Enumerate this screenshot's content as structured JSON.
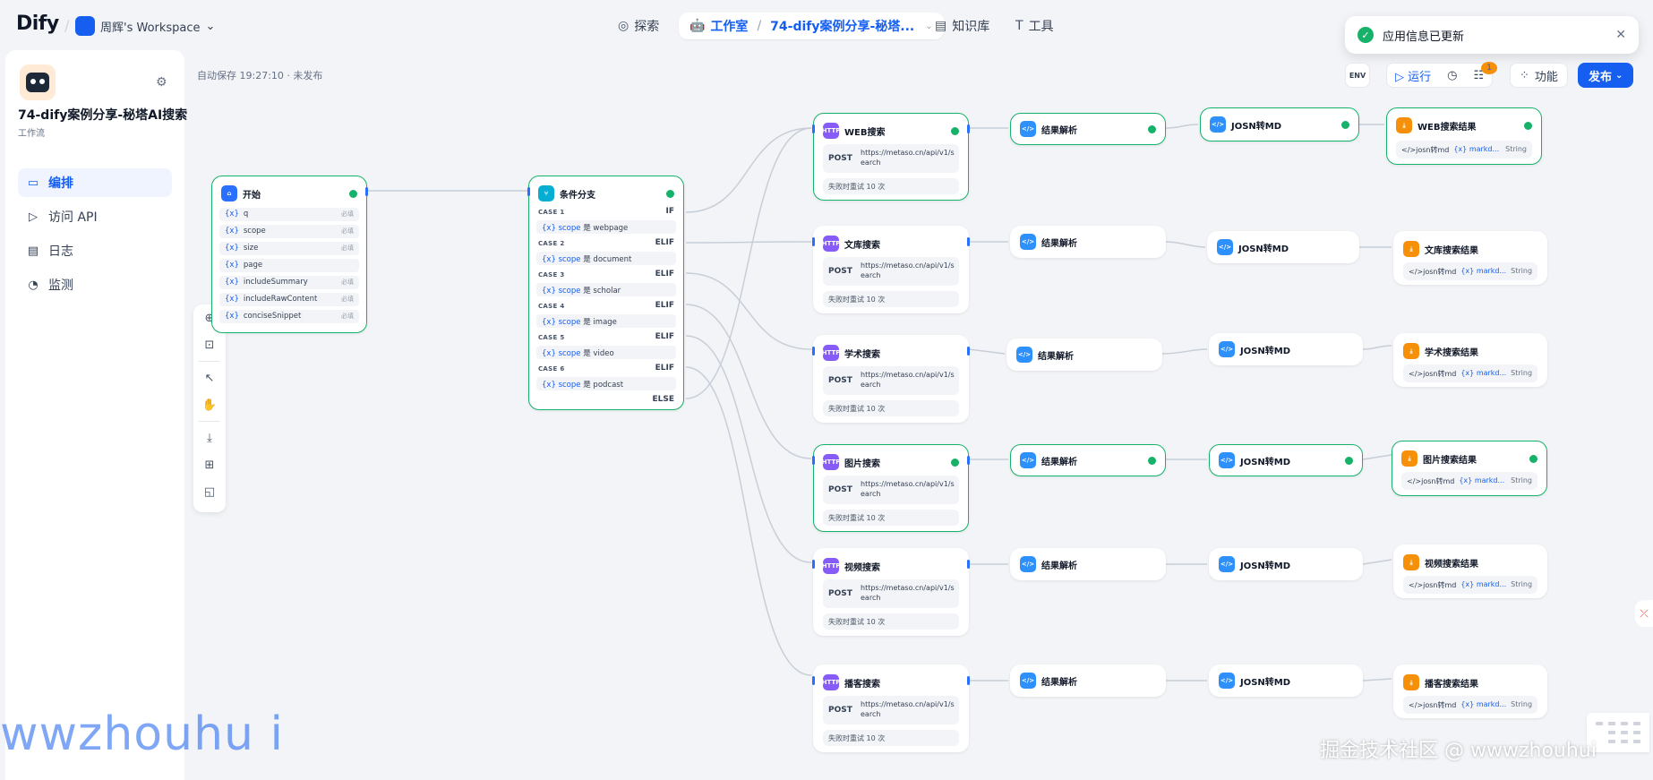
{
  "header": {
    "logo": "Dify",
    "workspace": "周辉's Workspace",
    "nav": {
      "explore": "探索",
      "studio": "工作室",
      "app": "74-dify案例分享-秘塔...",
      "knowledge": "知识库",
      "tools": "工具"
    }
  },
  "toast": {
    "message": "应用信息已更新"
  },
  "sidebar": {
    "app_name": "74-dify案例分享-秘塔AI搜索",
    "app_type": "工作流",
    "menu": [
      {
        "label": "编排",
        "icon": "layout-icon",
        "active": true
      },
      {
        "label": "访问 API",
        "icon": "terminal-icon",
        "active": false
      },
      {
        "label": "日志",
        "icon": "log-icon",
        "active": false
      },
      {
        "label": "监测",
        "icon": "gauge-icon",
        "active": false
      }
    ]
  },
  "canvas": {
    "autosave": "自动保存 19:27:10 · 未发布",
    "toolbar": {
      "env": "ENV",
      "run": "运行",
      "checklist_badge": "1",
      "features": "功能",
      "publish": "发布"
    }
  },
  "start_node": {
    "title": "开始",
    "vars": [
      {
        "name": "q",
        "req": "必填"
      },
      {
        "name": "scope",
        "req": "必填"
      },
      {
        "name": "size",
        "req": "必填"
      },
      {
        "name": "page",
        "req": ""
      },
      {
        "name": "includeSummary",
        "req": "必填"
      },
      {
        "name": "includeRawContent",
        "req": "必填"
      },
      {
        "name": "conciseSnippet",
        "req": "必填"
      }
    ]
  },
  "ifelse_node": {
    "title": "条件分支",
    "cases": [
      {
        "label": "CASE 1",
        "kw": "IF",
        "value": "webpage"
      },
      {
        "label": "CASE 2",
        "kw": "ELIF",
        "value": "document"
      },
      {
        "label": "CASE 3",
        "kw": "ELIF",
        "value": "scholar"
      },
      {
        "label": "CASE 4",
        "kw": "ELIF",
        "value": "image"
      },
      {
        "label": "CASE 5",
        "kw": "ELIF",
        "value": "video"
      },
      {
        "label": "CASE 6",
        "kw": "ELIF",
        "value": "podcast"
      }
    ],
    "var": "scope",
    "op": "是",
    "else": "ELSE"
  },
  "http_nodes": [
    {
      "title": "WEB搜索",
      "method": "POST",
      "url": "https://metaso.cn/api/v1/search",
      "retry": "失败时重试 10 次",
      "selected": true
    },
    {
      "title": "文库搜索",
      "method": "POST",
      "url": "https://metaso.cn/api/v1/search",
      "retry": "失败时重试 10 次",
      "selected": false
    },
    {
      "title": "学术搜索",
      "method": "POST",
      "url": "https://metaso.cn/api/v1/search",
      "retry": "失败时重试 10 次",
      "selected": false
    },
    {
      "title": "图片搜索",
      "method": "POST",
      "url": "https://metaso.cn/api/v1/search",
      "retry": "失败时重试 10 次",
      "selected": true
    },
    {
      "title": "视频搜索",
      "method": "POST",
      "url": "https://metaso.cn/api/v1/search",
      "retry": "失败时重试 10 次",
      "selected": false
    },
    {
      "title": "播客搜索",
      "method": "POST",
      "url": "https://metaso.cn/api/v1/search",
      "retry": "失败时重试 10 次",
      "selected": false
    }
  ],
  "parse_nodes": [
    {
      "title": "结果解析",
      "selected": true
    },
    {
      "title": "结果解析",
      "selected": false
    },
    {
      "title": "结果解析",
      "selected": false
    },
    {
      "title": "结果解析",
      "selected": true
    },
    {
      "title": "结果解析",
      "selected": false
    },
    {
      "title": "结果解析",
      "selected": false
    }
  ],
  "md_nodes": [
    {
      "title": "JOSN转MD",
      "selected": true
    },
    {
      "title": "JOSN转MD",
      "selected": false
    },
    {
      "title": "JOSN转MD",
      "selected": false
    },
    {
      "title": "JOSN转MD",
      "selected": true
    },
    {
      "title": "JOSN转MD",
      "selected": false
    },
    {
      "title": "JOSN转MD",
      "selected": false
    }
  ],
  "end_nodes": [
    {
      "title": "WEB搜索结果",
      "src": "josn转md",
      "var": "markd...",
      "type": "String",
      "selected": true
    },
    {
      "title": "文库搜索结果",
      "src": "josn转md",
      "var": "markd...",
      "type": "String",
      "selected": false
    },
    {
      "title": "学术搜索结果",
      "src": "josn转md",
      "var": "markd...",
      "type": "String",
      "selected": false
    },
    {
      "title": "图片搜索结果",
      "src": "josn转md",
      "var": "markd...",
      "type": "String",
      "selected": true
    },
    {
      "title": "视频搜索结果",
      "src": "josn转md",
      "var": "markd...",
      "type": "String",
      "selected": false
    },
    {
      "title": "播客搜索结果",
      "src": "josn转md",
      "var": "markd...",
      "type": "String",
      "selected": false
    }
  ],
  "watermarks": {
    "left": "wwzhouhu i",
    "right": "掘金技术社区 @ wwwzhouhui"
  }
}
